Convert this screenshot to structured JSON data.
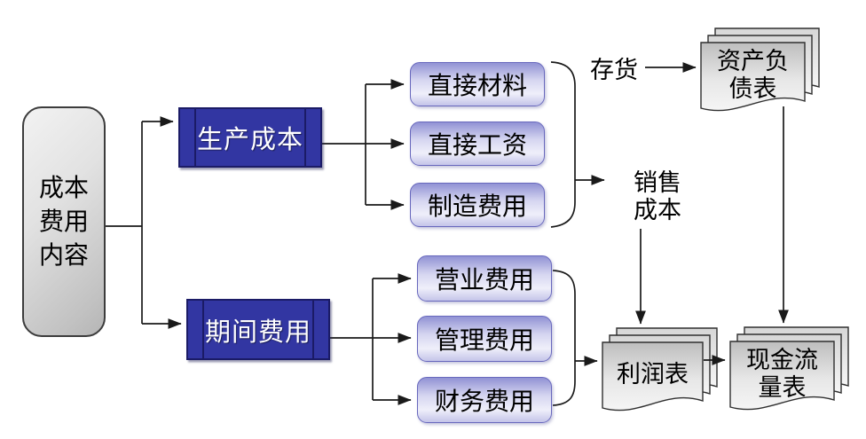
{
  "diagram": {
    "type": "flowchart",
    "background": "#ffffff",
    "nodes": {
      "root": {
        "label": "成本\n费用\n内容"
      },
      "production_cost": {
        "label": "生产成本"
      },
      "period_expense": {
        "label": "期间费用"
      },
      "production_items": [
        {
          "label": "直接材料"
        },
        {
          "label": "直接工资"
        },
        {
          "label": "制造费用"
        }
      ],
      "period_items": [
        {
          "label": "营业费用"
        },
        {
          "label": "管理费用"
        },
        {
          "label": "财务费用"
        }
      ],
      "flow_labels": {
        "inventory": "存货",
        "cost_of_sales": "销售\n成本"
      },
      "documents": {
        "balance_sheet": "资产负\n债表",
        "income_statement": "利润表",
        "cash_flow_statement": "现金流\n量表"
      }
    },
    "edges": [
      "成本费用内容 -> 生产成本",
      "成本费用内容 -> 期间费用",
      "生产成本 -> 直接材料",
      "生产成本 -> 直接工资",
      "生产成本 -> 制造费用",
      "期间费用 -> 营业费用",
      "期间费用 -> 管理费用",
      "期间费用 -> 财务费用",
      "{直接材料,直接工资,制造费用} -> 销售成本",
      "存货 -> 资产负债表",
      "销售成本 -> 利润表",
      "{营业费用,管理费用,财务费用} -> 利润表",
      "利润表 -> 现金流量表",
      "资产负债表 -> 现金流量表"
    ],
    "colors": {
      "category_fill": "#3236a2",
      "category_border": "#1b1b66",
      "category_text": "#ffffff",
      "item_fill_top": "#9192d4",
      "item_fill_light": "#efeffa",
      "item_border": "#6868bd",
      "root_fill": "#d9d9d9",
      "root_border": "#3c3c3c",
      "document_fill_dark": "#bfbfbf",
      "document_fill_light": "#f5f5f5",
      "connector": "#1a1a1a",
      "text": "#000000"
    }
  }
}
